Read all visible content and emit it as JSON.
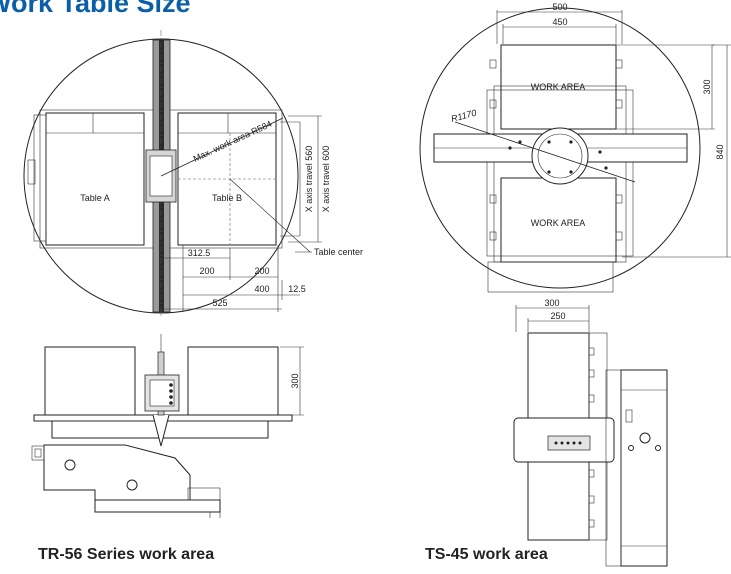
{
  "title": "Work Table Size",
  "tr56": {
    "caption": "TR-56 Series work area",
    "table_a": "Table A",
    "table_b": "Table B",
    "max_work_area": "Max. work area R584",
    "x_travel_560": "X axis travel 560",
    "x_travel_600": "X axis travel 600",
    "table_center": "Table center",
    "dim_312_5": "312.5",
    "dim_200_left": "200",
    "dim_200_right": "200",
    "dim_400": "400",
    "dim_12_5": "12.5",
    "dim_525": "525",
    "side_300": "300"
  },
  "ts45": {
    "caption": "TS-45 work area",
    "dim_500": "500",
    "dim_450": "450",
    "work_area_top": "WORK AREA",
    "work_area_bottom": "WORK AREA",
    "radius": "R1170",
    "dim_300_right": "300",
    "dim_840": "840",
    "side_300": "300",
    "side_250": "250"
  }
}
